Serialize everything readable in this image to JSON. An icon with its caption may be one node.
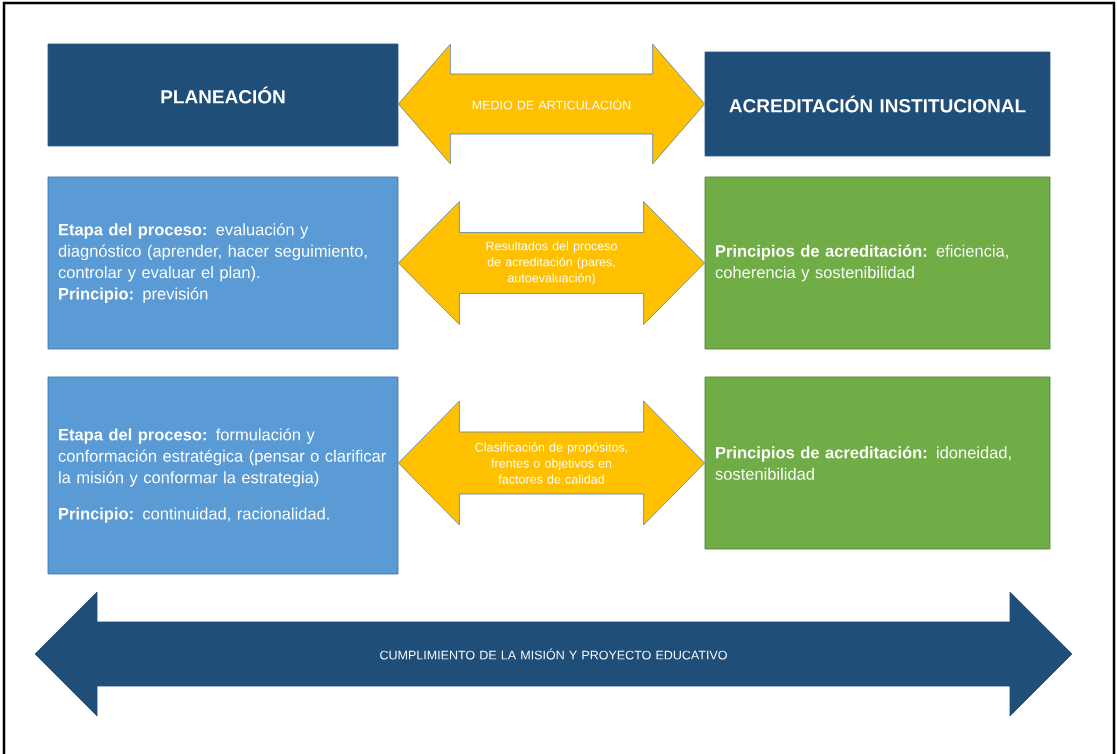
{
  "diagram": {
    "nodes": [
      {
        "text": [
          "PLANEACIÓN"
        ]
      },
      {
        "text": [
          "ACREDITACIÓN INSTITUCIONAL"
        ]
      },
      {
        "text": [
          "**Etapa del proceso:** evaluación y diagnóstico (aprender, hacer seguimiento, controlar y evaluar el plan).",
          "**Principio:** previsión"
        ]
      },
      {
        "text": [
          "**Principios de acreditación:** eficiencia, coherencia y sostenibilidad"
        ]
      },
      {
        "text": [
          "**Etapa del proceso:** formulación y conformación estratégica (pensar o clarificar la misión y conformar la estrategia)",
          "**Principio:** continuidad, racionalidad."
        ]
      },
      {
        "text": [
          "**Principios de acreditación:** idoneidad, sostenibilidad"
        ]
      },
      {
        "text": [
          "CUMPLIMIENTO DE LA MISIÓN Y PROYECTO EDUCATIVO"
        ]
      }
    ],
    "edges": [
      {
        "from": 0,
        "to": 1,
        "arrow": "both",
        "label": "MEDIO DE ARTICULACIÓN"
      },
      {
        "from": 2,
        "to": 3,
        "arrow": "both",
        "label": "Resultados del proceso de acreditación (pares, autoevaluación)"
      },
      {
        "from": 4,
        "to": 5,
        "arrow": "both",
        "label": "Clasificación de propósitos, frentes o objetivos en factores de calidad"
      }
    ]
  }
}
